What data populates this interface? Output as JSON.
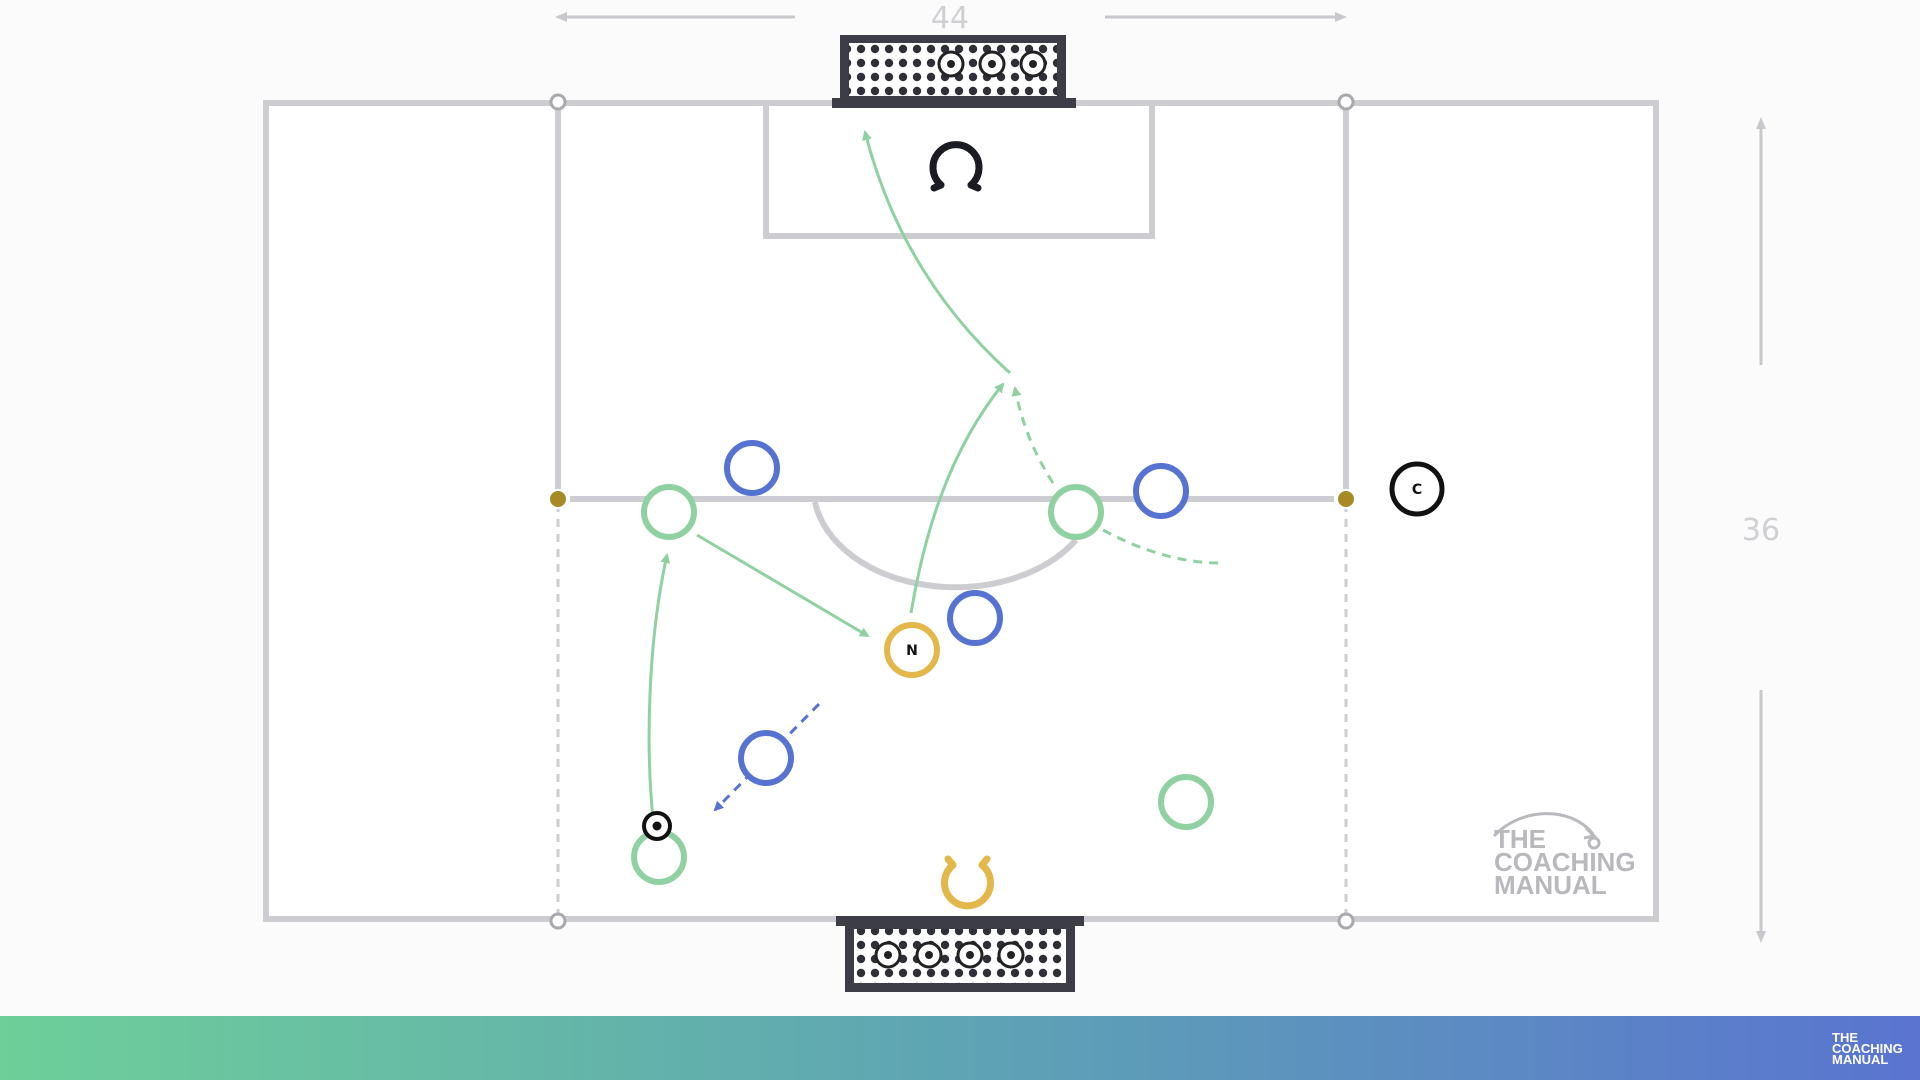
{
  "dimensions": {
    "width_label": "44",
    "length_label": "36"
  },
  "markers": {
    "neutral": "N",
    "coach": "C"
  },
  "brand": {
    "logo_lines": [
      "THE",
      "COACHING",
      "MANUAL"
    ]
  },
  "colors": {
    "pitch_lines": "#cdcdd1",
    "green_team": "#8fd1a0",
    "blue_team": "#5673d1",
    "neutral": "#e3b74a",
    "goal": "#3d3d48",
    "cone": "#a88a24"
  },
  "icons": [
    "goal-icon",
    "ball-icon",
    "goalkeeper-icon",
    "cone-icon",
    "logo-icon"
  ]
}
